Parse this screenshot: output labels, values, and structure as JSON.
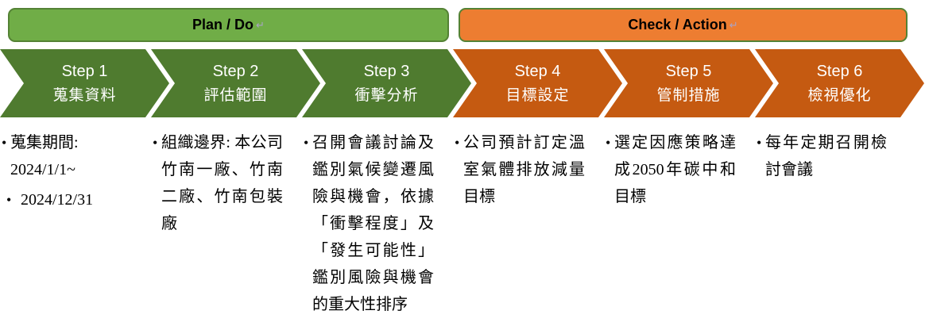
{
  "banners": {
    "plan": {
      "label": "Plan / Do",
      "mark": "↵"
    },
    "check": {
      "label": "Check / Action",
      "mark": "↵"
    }
  },
  "steps": [
    {
      "name": "Step 1",
      "title": "蒐集資料",
      "phase": "plan",
      "details": [
        "蒐集期間:\n2024/1/1~",
        "2024/12/31"
      ]
    },
    {
      "name": "Step 2",
      "title": "評估範圍",
      "phase": "plan",
      "details": [
        "組織邊界: 本公司竹南一廠、竹南二廠、竹南包裝廠"
      ]
    },
    {
      "name": "Step 3",
      "title": "衝擊分析",
      "phase": "plan",
      "details": [
        "召開會議討論及鑑別氣候變遷風險與機會，依據「衝擊程度」及「發生可能性」鑑別風險與機會的重大性排序"
      ]
    },
    {
      "name": "Step 4",
      "title": "目標設定",
      "phase": "check",
      "details": [
        "公司預計訂定溫室氣體排放減量目標"
      ]
    },
    {
      "name": "Step 5",
      "title": "管制措施",
      "phase": "check",
      "details": [
        "選定因應策略達成2050年碳中和目標"
      ]
    },
    {
      "name": "Step 6",
      "title": "檢視優化",
      "phase": "check",
      "details": [
        "每年定期召開檢討會議"
      ]
    }
  ],
  "colors": {
    "plan_banner_fill": "#70AD47",
    "plan_banner_border": "#548235",
    "check_banner_fill": "#ED7D31",
    "check_banner_border": "#548235",
    "plan_chevron_fill": "#4F7B2F",
    "check_chevron_fill": "#C55A11",
    "chevron_text": "#FFFFFF",
    "detail_text": "#000000"
  }
}
